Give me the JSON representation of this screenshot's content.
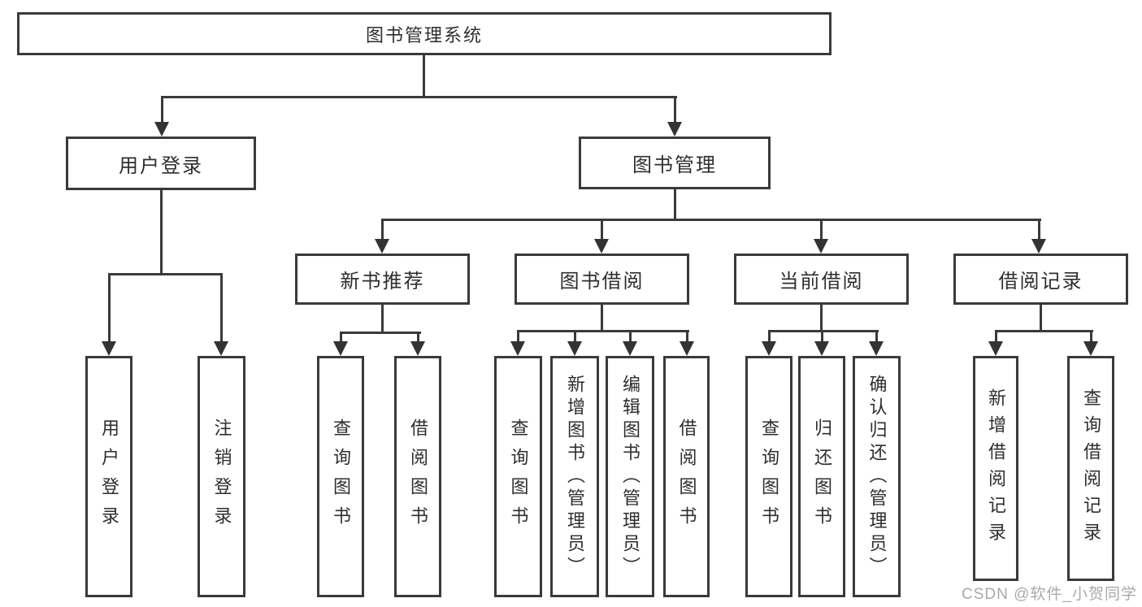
{
  "diagram": {
    "root": {
      "label": "图书管理系统"
    },
    "level2": [
      {
        "label": "用户登录"
      },
      {
        "label": "图书管理"
      }
    ],
    "level3": [
      {
        "label": "新书推荐"
      },
      {
        "label": "图书借阅"
      },
      {
        "label": "当前借阅"
      },
      {
        "label": "借阅记录"
      }
    ],
    "leaves": [
      {
        "label": "用户登录"
      },
      {
        "label": "注销登录"
      },
      {
        "label": "查询图书"
      },
      {
        "label": "借阅图书"
      },
      {
        "label": "查询图书"
      },
      {
        "label": "新增图书（管理员）"
      },
      {
        "label": "编辑图书（管理员）"
      },
      {
        "label": "借阅图书"
      },
      {
        "label": "查询图书"
      },
      {
        "label": "归还图书"
      },
      {
        "label": "确认归还（管理员）"
      },
      {
        "label": "新增借阅记录"
      },
      {
        "label": "查询借阅记录"
      }
    ],
    "colors": {
      "line": "#3a3a3a",
      "text": "#2e2e2e",
      "background": "#ffffff",
      "watermark": "#a9a9a9"
    }
  },
  "watermark": {
    "text": "CSDN @软件_小贺同学"
  }
}
